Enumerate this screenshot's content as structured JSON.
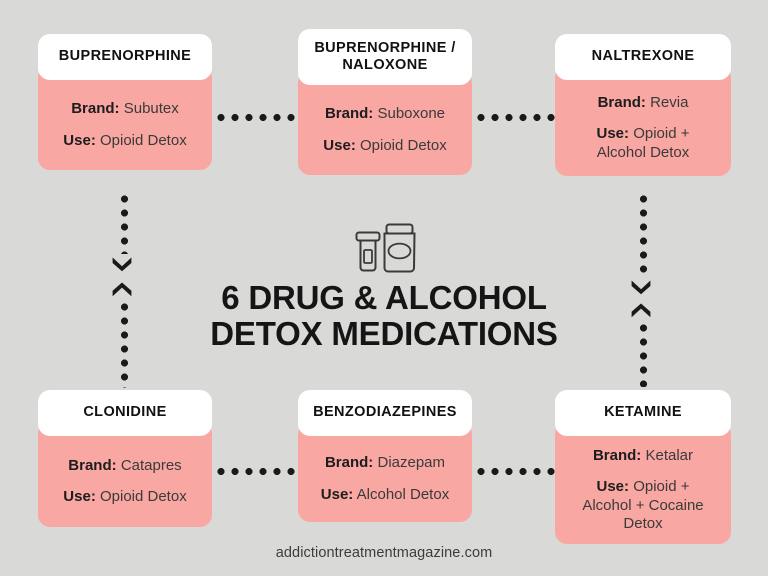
{
  "meta": {
    "background_color": "#d9d9d7",
    "card_header_color": "#ffffff",
    "card_body_color": "#f9a7a3",
    "text_color": "#1d1d1d",
    "connector_color": "#1a1a1a"
  },
  "title": {
    "line1": "6 DRUG & ALCOHOL",
    "line2": "DETOX MEDICATIONS",
    "full": "6 DRUG & ALCOHOL\nDETOX MEDICATIONS",
    "icon": "medicine-vials-icon"
  },
  "footer": {
    "text": "addictiontreatmentmagazine.com"
  },
  "labels": {
    "brand": "Brand:",
    "use": "Use:"
  },
  "cards": [
    {
      "id": "buprenorphine",
      "name": "BUPRENORPHINE",
      "brand_label": "Brand:",
      "brand_value": "Subutex",
      "use_label": "Use:",
      "use_value": "Opioid Detox"
    },
    {
      "id": "buprenorphine-naloxone",
      "name": "BUPRENORPHINE\n/ NALOXONE",
      "brand_label": "Brand:",
      "brand_value": "Suboxone",
      "use_label": "Use:",
      "use_value": "Opioid Detox"
    },
    {
      "id": "naltrexone",
      "name": "NALTREXONE",
      "brand_label": "Brand:",
      "brand_value": "Revia",
      "use_label": "Use:",
      "use_value": "Opioid +\nAlcohol Detox"
    },
    {
      "id": "clonidine",
      "name": "CLONIDINE",
      "brand_label": "Brand:",
      "brand_value": "Catapres",
      "use_label": "Use:",
      "use_value": "Opioid Detox"
    },
    {
      "id": "benzodiazepines",
      "name": "BENZODIAZEPINES",
      "brand_label": "Brand:",
      "brand_value": "Diazepam",
      "use_label": "Use:",
      "use_value": "Alcohol Detox"
    },
    {
      "id": "ketamine",
      "name": "KETAMINE",
      "brand_label": "Brand:",
      "brand_value": "Ketalar",
      "use_label": "Use:",
      "use_value": "Opioid +\nAlcohol + Cocaine\nDetox"
    }
  ],
  "connectors": [
    {
      "id": "top-left-to-middle",
      "type": "horizontal-dotted",
      "arrow": "none"
    },
    {
      "id": "top-middle-to-right",
      "type": "horizontal-dotted",
      "arrow": "none"
    },
    {
      "id": "bottom-left-to-middle",
      "type": "horizontal-dotted",
      "arrow": "none"
    },
    {
      "id": "bottom-middle-to-right",
      "type": "horizontal-dotted",
      "arrow": "none"
    },
    {
      "id": "left-column-vertical",
      "type": "vertical-dotted",
      "arrow": "down-and-up"
    },
    {
      "id": "right-column-vertical",
      "type": "vertical-dotted",
      "arrow": "down-and-up"
    }
  ]
}
